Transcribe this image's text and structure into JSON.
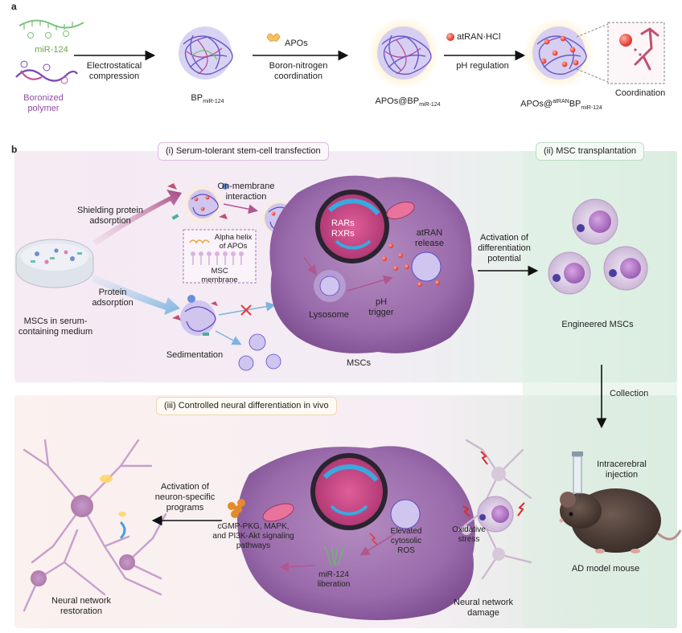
{
  "panel_a": {
    "label": "a",
    "mir_label": "miR-124",
    "polymer_label_1": "Boronized",
    "polymer_label_2": "polymer",
    "step1_line1": "Electrostatical",
    "step1_line2": "compression",
    "bp_main": "BP",
    "bp_sub": "miR-124",
    "apos_label": "APOs",
    "step2_line1": "Boron-nitrogen",
    "step2_line2": "coordination",
    "apos_bp_main": "APOs@BP",
    "apos_bp_sub": "miR-124",
    "atran_label": "atRAN·HCl",
    "step3_label": "pH regulation",
    "final_main": "APOs@",
    "final_sup": "atRAN",
    "final_bp": "BP",
    "final_sub": "miR-124",
    "coordination_label": "Coordination"
  },
  "panel_b": {
    "label": "b",
    "box1": "(i) Serum-tolerant stem-cell transfection",
    "box2": "(ii) MSC transplantation",
    "box3": "(iii) Controlled neural differentiation in vivo",
    "shielding_1": "Shielding protein",
    "shielding_2": "adsorption",
    "onmem_1": "On-membrane",
    "onmem_2": "interaction",
    "alpha_1": "Alpha helix",
    "alpha_2": "of APOs",
    "mscmem_1": "MSC",
    "mscmem_2": "membrane",
    "rars": "RARs",
    "rxrs": "RXRs",
    "atran_rel_1": "atRAN",
    "atran_rel_2": "release",
    "protein_1": "Protein",
    "protein_2": "adsorption",
    "dish_1": "MSCs in serum-",
    "dish_2": "containing medium",
    "sedimentation": "Sedimentation",
    "lysosome": "Lysosome",
    "ph_1": "pH",
    "ph_2": "trigger",
    "mscs": "MSCs",
    "activation_1": "Activation of",
    "activation_2": "differentiation",
    "activation_3": "potential",
    "engineered": "Engineered MSCs",
    "collection": "Collection",
    "intracerebral_1": "Intracerebral",
    "intracerebral_2": "injection",
    "ad_mouse": "AD model mouse",
    "neuro_act_1": "Activation of",
    "neuro_act_2": "neuron-specific",
    "neuro_act_3": "programs",
    "cgmp_1": "cGMP-PKG, MAPK,",
    "cgmp_2": "and PI3K-Akt signaling",
    "cgmp_3": "pathways",
    "elevated_1": "Elevated",
    "elevated_2": "cytosolic",
    "elevated_3": "ROS",
    "mir_lib_1": "miR-124",
    "mir_lib_2": "liberation",
    "oxidative_1": "Oxidative",
    "oxidative_2": "stress",
    "restoration_1": "Neural network",
    "restoration_2": "restoration",
    "damage_1": "Neural network",
    "damage_2": "damage"
  }
}
